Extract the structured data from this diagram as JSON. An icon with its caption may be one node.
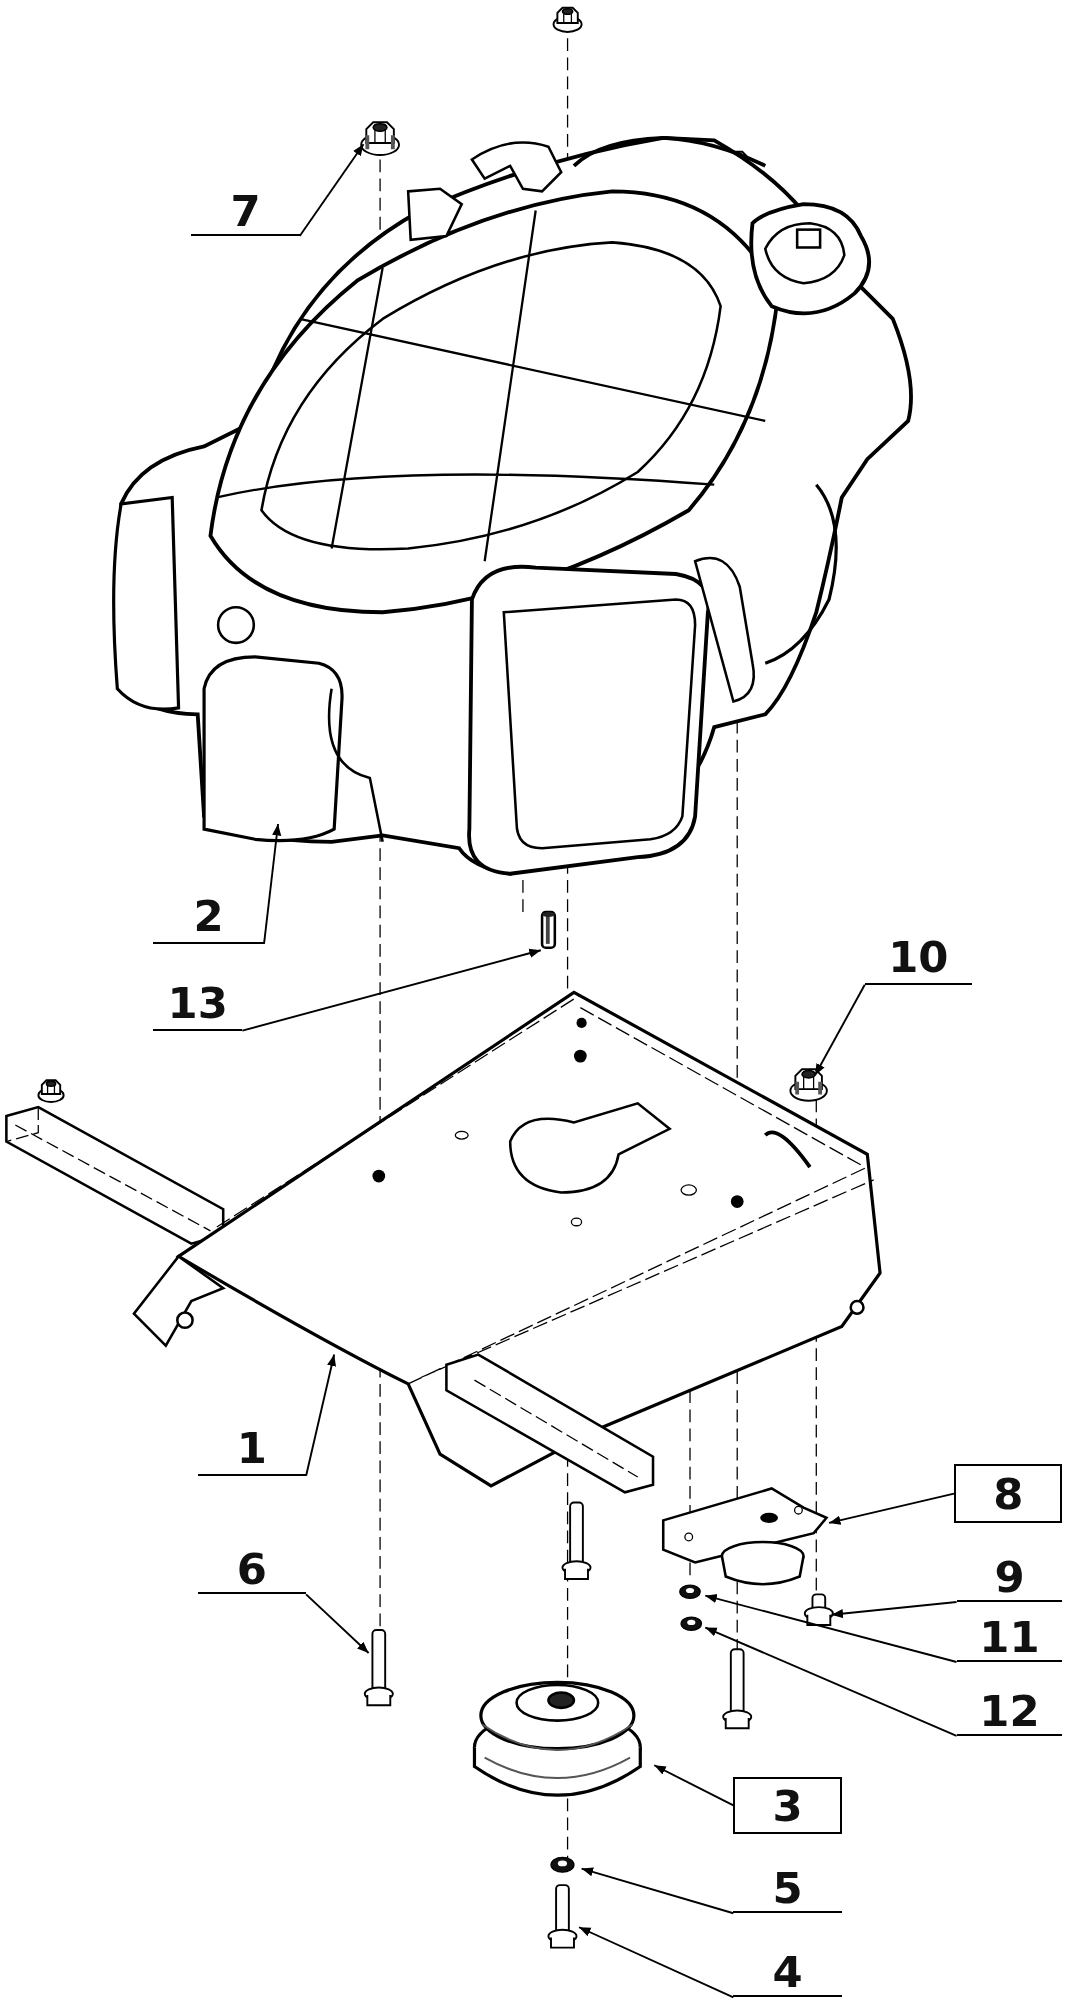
{
  "diagram": {
    "nodes": [
      {
        "text": [
          "7"
        ]
      },
      {
        "text": [],
        "shape": "picture"
      },
      {
        "text": [],
        "shape": "picture"
      },
      {
        "text": [
          "2"
        ]
      },
      {
        "text": [
          "13"
        ]
      },
      {
        "text": [],
        "shape": "picture"
      },
      {
        "text": [
          "10"
        ]
      },
      {
        "text": [],
        "shape": "picture"
      },
      {
        "text": [],
        "shape": "picture"
      },
      {
        "text": [
          "1"
        ]
      },
      {
        "text": [
          "8"
        ]
      },
      {
        "text": [],
        "shape": "picture"
      },
      {
        "text": [
          "9"
        ]
      },
      {
        "text": [],
        "shape": "picture"
      },
      {
        "text": [],
        "shape": "picture"
      },
      {
        "text": [
          "11"
        ]
      },
      {
        "text": [],
        "shape": "picture"
      },
      {
        "text": [
          "12"
        ]
      },
      {
        "text": [
          "6"
        ]
      },
      {
        "text": [],
        "shape": "picture"
      },
      {
        "text": [],
        "shape": "picture"
      },
      {
        "text": [
          "3"
        ]
      },
      {
        "text": [],
        "shape": "picture"
      },
      {
        "text": [
          "5"
        ]
      },
      {
        "text": [],
        "shape": "picture"
      },
      {
        "text": [
          "4"
        ]
      }
    ],
    "edges": [
      {
        "from": 0,
        "to": 1,
        "arrow": "to"
      },
      {
        "from": 3,
        "to": 2,
        "arrow": "to"
      },
      {
        "from": 4,
        "to": 5,
        "arrow": "to"
      },
      {
        "from": 6,
        "to": 7,
        "arrow": "to"
      },
      {
        "from": 9,
        "to": 8,
        "arrow": "to"
      },
      {
        "from": 10,
        "to": 11,
        "arrow": "to"
      },
      {
        "from": 12,
        "to": 13,
        "arrow": "to"
      },
      {
        "from": 15,
        "to": 14,
        "arrow": "to"
      },
      {
        "from": 17,
        "to": 16,
        "arrow": "to"
      },
      {
        "from": 18,
        "to": 19,
        "arrow": "to"
      },
      {
        "from": 21,
        "to": 20,
        "arrow": "to"
      },
      {
        "from": 23,
        "to": 22,
        "arrow": "to"
      },
      {
        "from": 25,
        "to": 24,
        "arrow": "to"
      }
    ]
  }
}
